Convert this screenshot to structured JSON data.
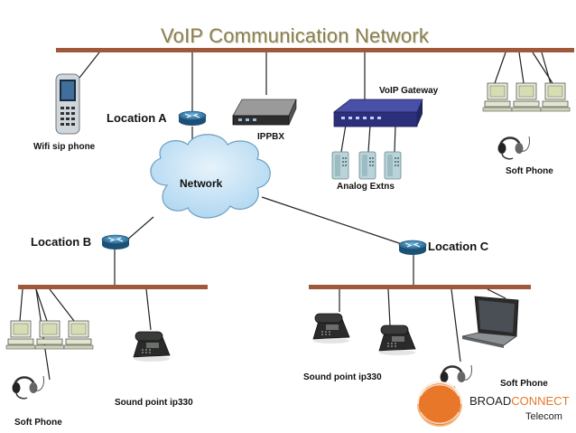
{
  "title": "VoIP Communication Network",
  "labels": {
    "location_a": "Location A",
    "location_b": "Location B",
    "location_c": "Location C",
    "network": "Network",
    "ippbx": "IPPBX",
    "voip_gateway": "VoIP Gateway",
    "analog_extns": "Analog Extns",
    "wifi_sip_phone": "Wifi sip phone",
    "soft_phone_top": "Soft Phone",
    "soft_phone_left": "Soft Phone",
    "soft_phone_right": "Soft Phone",
    "sound_point_left": "Sound point ip330",
    "sound_point_right": "Sound point ip330"
  },
  "brand": {
    "part1": "BROAD",
    "part2": "CONNECT",
    "sub": "Telecom"
  },
  "colors": {
    "bus": "#a0583a",
    "title": "#8a7f52",
    "router": "#2f7fb0",
    "cloud": "#c8e3f4",
    "logo": "#e8772a"
  }
}
